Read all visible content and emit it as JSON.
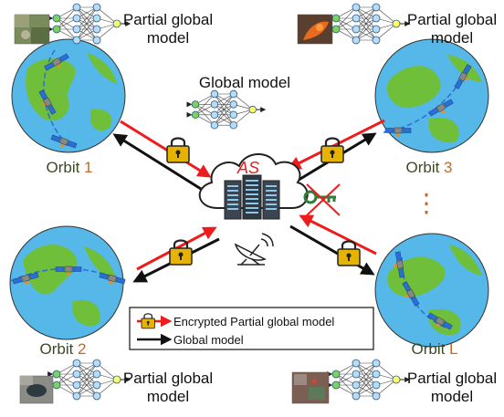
{
  "partial_model_label": "Partial global\nmodel",
  "global_model_label": "Global model",
  "orbits": [
    {
      "prefix": "Orbit ",
      "index": "1"
    },
    {
      "prefix": "Orbit ",
      "index": "3"
    },
    {
      "prefix": "Orbit ",
      "index": "2"
    },
    {
      "prefix": "Orbit ",
      "index": "L"
    }
  ],
  "server_label": "AS",
  "ellipsis": "⋮",
  "legend": {
    "encrypted": "Encrypted Partial global model",
    "global": "Global model"
  },
  "colors": {
    "earth_ocean": "#55b8e8",
    "earth_land": "#6fbf3a",
    "red_arrow": "#ee1c1c",
    "black_arrow": "#111111",
    "lock_body": "#e6b400",
    "orbit_index": "#c0692b",
    "orbit_text": "#3c4a26",
    "node": "#b9dcf5",
    "output_node": "#ffff66",
    "input_node": "#7ad35c"
  }
}
